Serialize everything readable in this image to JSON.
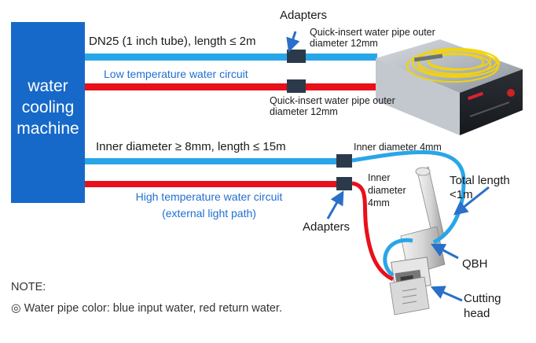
{
  "machine": {
    "label": "water cooling machine"
  },
  "labels": {
    "adapters_top": "Adapters",
    "dn25": "DN25 (1 inch tube), length ≤ 2m",
    "quick_insert_top": "Quick-insert water pipe outer diameter 12mm",
    "low_temp": "Low temperature water circuit",
    "quick_insert_bottom": "Quick-insert water pipe outer diameter 12mm",
    "inner_8mm": "Inner diameter ≥ 8mm, length ≤ 15m",
    "inner_4mm_top": "Inner diameter 4mm",
    "inner_4mm_mid": "Inner diameter 4mm",
    "total_length": "Total length <1m",
    "high_temp": "High temperature water circuit (external light path)",
    "adapters_bottom": "Adapters",
    "qbh": "QBH",
    "cutting_head": "Cutting head"
  },
  "note": {
    "title": "NOTE:",
    "text": "◎ Water pipe color: blue input water, red return water."
  },
  "colors": {
    "machine_blue": "#1669c9",
    "pipe_blue": "#29a6e8",
    "pipe_red": "#e8101a",
    "label_blue": "#1f6fd1",
    "arrow_blue": "#2a6fc9",
    "adapter": "#2b3a4a"
  }
}
